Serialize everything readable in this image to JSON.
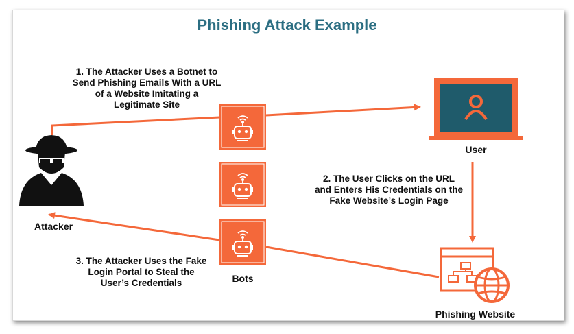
{
  "title": "Phishing Attack Example",
  "steps": {
    "step1": "1. The Attacker Uses a Botnet to Send Phishing Emails With a URL of a Website Imitating a Legitimate Site",
    "step2": "2. The User Clicks on the URL and Enters His Credentials on the Fake Website’s Login Page",
    "step3": "3. The Attacker Uses the Fake Login Portal to Steal the User’s Credentials"
  },
  "labels": {
    "attacker": "Attacker",
    "bots": "Bots",
    "user": "User",
    "phishing_website": "Phishing Website"
  },
  "colors": {
    "accent": "#f4683a",
    "title": "#2b6e82",
    "screen": "#1f5b6b",
    "attacker": "#111111"
  },
  "icons": [
    "hacker-icon",
    "robot-icon",
    "laptop-user-icon",
    "website-globe-icon"
  ]
}
